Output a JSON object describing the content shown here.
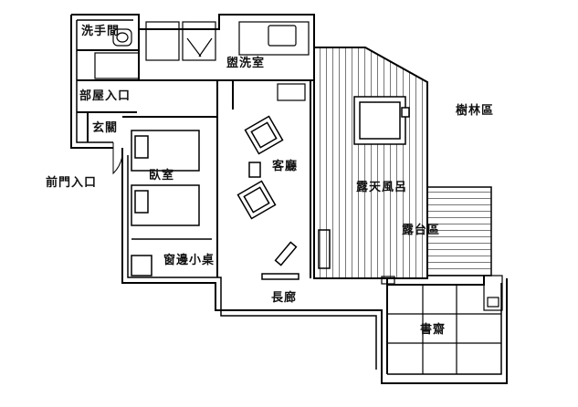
{
  "rooms": {
    "washroom": "洗手間",
    "vanity": "盥洗室",
    "room_entrance": "部屋入口",
    "genkan": "玄關",
    "front_door_entrance": "前門入口",
    "bedroom": "臥室",
    "living_room": "客廳",
    "outdoor_bath": "露天風呂",
    "forest_area": "樹林區",
    "terrace_area": "露台區",
    "window_nook": "窗邊小桌",
    "corridor": "長廊",
    "study": "書齋"
  }
}
